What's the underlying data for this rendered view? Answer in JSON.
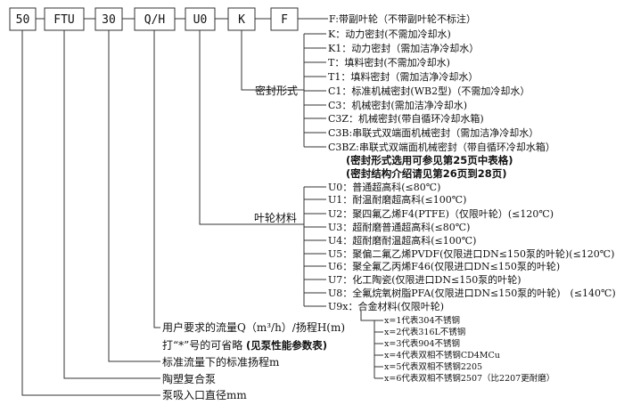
{
  "code": [
    "50",
    "FTU",
    "30",
    "Q/H",
    "U0",
    "K",
    "F"
  ],
  "impeller": "F:带副叶轮（不带副叶轮不标注）",
  "seal": {
    "group": "密封形式",
    "items": [
      "K：动力密封(不需加冷却水)",
      "K1：动力密封（需加洁净冷却水）",
      "T：填料密封(不需加冷却水)",
      "T1：填料密封（需加洁净冷却水）",
      "C1：标准机械密封(WB2型)（不需加冷却水）",
      "C3：机械密封(需加洁净冷却水)",
      "C3Z：机械密封(带自循环冷却水箱)",
      "C3B:串联式双端面机械密封（需加洁净冷却水）",
      "C3BZ:串联式双端面机械密封（带自循环冷却水箱）"
    ],
    "note1": "(密封形式选用可参见第25页中表格)",
    "note2": "(密封结构介绍请见第26页到28页)"
  },
  "material": {
    "group": "叶轮材料",
    "items": [
      "U0：普通超高科(≤80℃)",
      "U1：耐温耐磨超高科(≤100℃)",
      "U2：聚四氟乙烯F4(PTFE)（仅限叶轮）(≤120℃)",
      "U3：超耐磨普通超高科(≤80℃)",
      "U4：超耐磨耐温超高科(≤100℃)",
      "U5：聚偏二氟乙烯PVDF(仅限进口DN≤150泵的叶轮)(≤120℃)",
      "U6：聚全氟乙丙烯F46(仅限进口DN≤150泵的叶轮)",
      "U7：化工陶瓷(仅限进口DN≤150泵的叶轮)",
      "U8：全氟烷氧树脂PFA(仅限进口DN≤150泵的叶轮)　(≤140℃)",
      "U9x：合金材料(仅限叶轮)"
    ],
    "alloy": [
      "x=1代表304不锈钢",
      "x=2代表316L不锈钢",
      "x=3代表904不锈钢",
      "x=4代表双相不锈钢CD4MCu",
      "x=5代表双相不锈钢2205",
      "x=6代表双相不锈钢2507（比2207更耐磨）"
    ]
  },
  "flow_line1": "用户要求的流量Q（m³/h）/扬程H(m)",
  "flow_line2_a": "打“*”号的可省略",
  "flow_line2_b": "(见泵性能参数表)",
  "head": "标准流量下的标准扬程m",
  "type": "陶塑复合泵",
  "inlet": "泵吸入口直径mm"
}
